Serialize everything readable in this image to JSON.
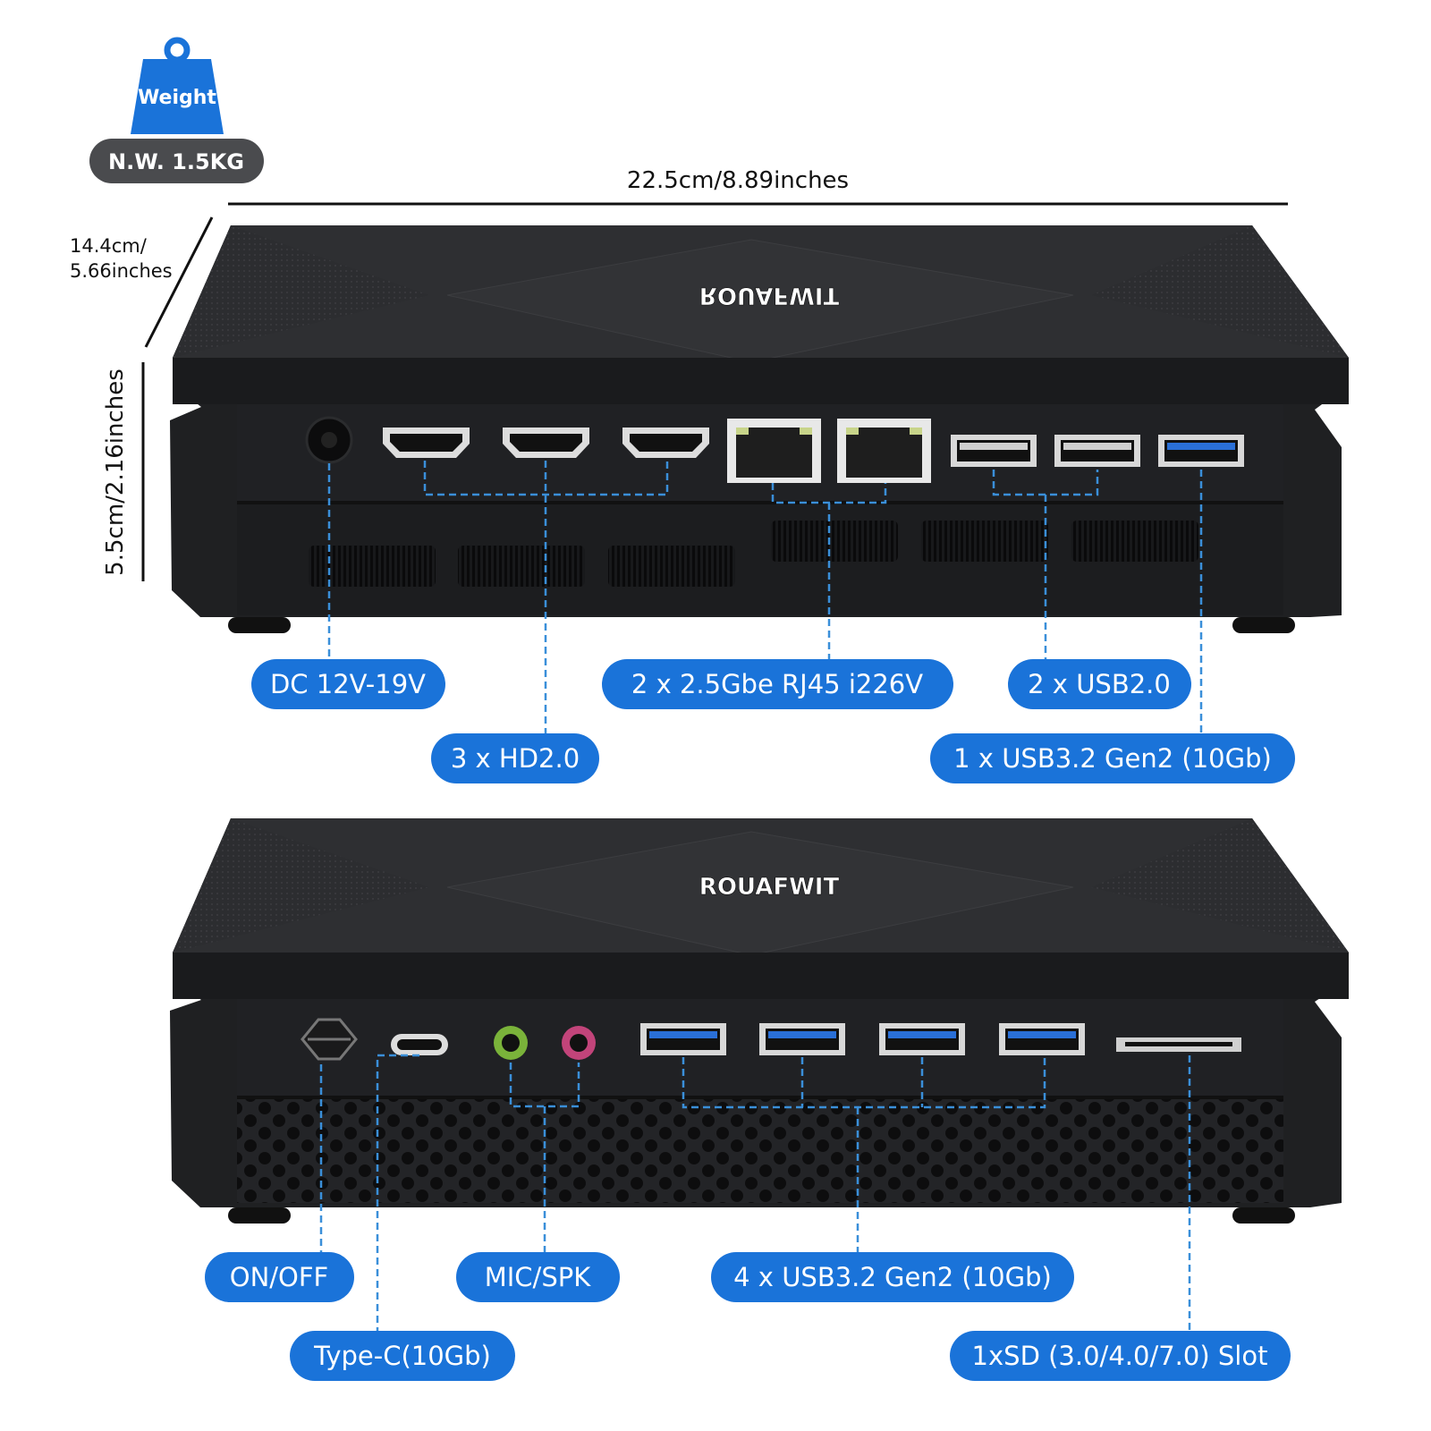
{
  "weight": {
    "icon_label": "Weight",
    "net_weight": "N.W. 1.5KG"
  },
  "dimensions": {
    "width": "22.5cm/8.89inches",
    "depth_line1": "14.4cm/",
    "depth_line2": "5.66inches",
    "height": "5.5cm/2.16inches"
  },
  "brand": "ROUAFWIT",
  "rear_panel": {
    "labels": {
      "dc": "DC 12V-19V",
      "hdmi": "3 x HD2.0",
      "rj45": "2 x 2.5Gbe RJ45 i226V",
      "usb2": "2 x USB2.0",
      "usb32": "1 x USB3.2 Gen2 (10Gb)"
    }
  },
  "front_panel": {
    "labels": {
      "power": "ON/OFF",
      "typec": "Type-C(10Gb)",
      "audio": "MIC/SPK",
      "usb32": "4 x USB3.2 Gen2 (10Gb)",
      "sd": "1xSD (3.0/4.0/7.0) Slot"
    }
  },
  "colors": {
    "accent": "#1a73d9",
    "body": "#2a2b2e",
    "body_dark": "#1d1e20",
    "leader": "#3a8fd9"
  },
  "icons": [
    "weight-icon"
  ]
}
